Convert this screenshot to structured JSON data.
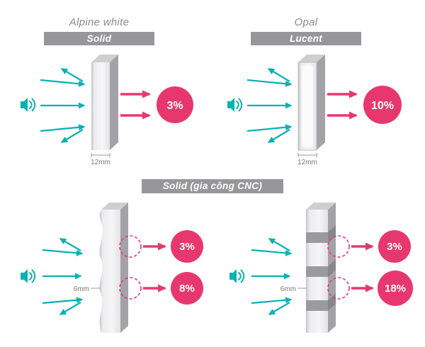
{
  "colors": {
    "teal": "#0ab0b4",
    "pink": "#e8376e",
    "badge_gray": "#97979b",
    "panel_gray": "#a3a3a7",
    "label_gray": "#8a8a8f"
  },
  "icons": {
    "speaker": "speaker-icon"
  },
  "top_left": {
    "material": "Alpine white",
    "badge": "Solid",
    "thickness": "12mm",
    "result": "3%"
  },
  "top_right": {
    "material": "Opal",
    "badge": "Lucent",
    "thickness": "12mm",
    "result": "10%"
  },
  "middle": {
    "badge": "Solid (gia công CNC)"
  },
  "bottom_left": {
    "thickness": "6mm",
    "result_top": "3%",
    "result_bottom": "8%"
  },
  "bottom_right": {
    "thickness": "6mm",
    "result_top": "3%",
    "result_bottom": "18%"
  }
}
